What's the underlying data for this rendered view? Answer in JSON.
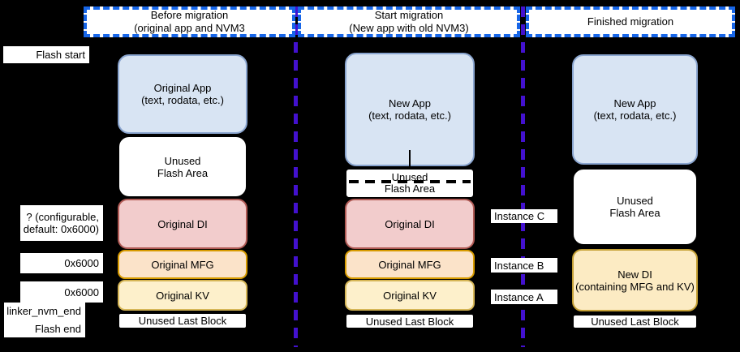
{
  "colors": {
    "background": "#000000",
    "header_dash_blue": "#1766e8",
    "divider_purple": "#4311cf",
    "app_fill": "#d8e4f3",
    "app_border": "#8aa5cf",
    "di_fill": "#f2cccc",
    "di_border": "#b05a55",
    "mfg_fill": "#fbe3c9",
    "mfg_border": "#d79b00",
    "kv_fill": "#fdf0cb",
    "kv_border": "#d6b656",
    "newdi_fill": "#fcebc3",
    "newdi_border": "#c5a035"
  },
  "headers": {
    "before": {
      "line1": "Before migration",
      "line2": "(original app and NVM3"
    },
    "start": {
      "line1": "Start migration",
      "line2": "(New app with old NVM3)"
    },
    "finished": {
      "line1": "Finished migration"
    }
  },
  "left_labels": {
    "flash_start": "Flash start",
    "configurable_line1": "? (configurable,",
    "configurable_line2": "default: 0x6000)",
    "offset_mfg": "0x6000",
    "offset_kv": "0x6000",
    "linker_nvm_end": "linker_nvm_end",
    "flash_end": "Flash end"
  },
  "instance_labels": {
    "c": "Instance C",
    "b": "Instance B",
    "a": "Instance A"
  },
  "columns": {
    "before": {
      "app": {
        "line1": "Original App",
        "line2": "(text, rodata, etc.)"
      },
      "unused": {
        "line1": "Unused",
        "line2": "Flash Area"
      },
      "di": {
        "line1": "Original DI"
      },
      "mfg": {
        "line1": "Original MFG"
      },
      "kv": {
        "line1": "Original KV"
      },
      "last": {
        "line1": "Unused Last Block"
      }
    },
    "start": {
      "app": {
        "line1": "New App",
        "line2": "(text, rodata, etc.)"
      },
      "unused": {
        "line1": "Unused",
        "line2": "Flash Area"
      },
      "di": {
        "line1": "Original DI"
      },
      "mfg": {
        "line1": "Original MFG"
      },
      "kv": {
        "line1": "Original KV"
      },
      "last": {
        "line1": "Unused Last Block"
      }
    },
    "finished": {
      "app": {
        "line1": "New App",
        "line2": "(text, rodata, etc.)"
      },
      "unused": {
        "line1": "Unused",
        "line2": "Flash Area"
      },
      "newdi": {
        "line1": "New DI",
        "line2": "(containing MFG and KV)"
      },
      "last": {
        "line1": "Unused Last Block"
      }
    }
  }
}
